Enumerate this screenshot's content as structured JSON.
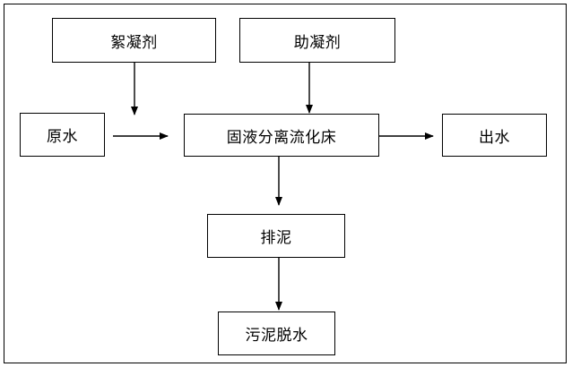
{
  "flowchart": {
    "flocculant": "絮凝剂",
    "coagulant_aid": "助凝剂",
    "raw_water": "原水",
    "separator": "固液分离流化床",
    "effluent": "出水",
    "sludge_discharge": "排泥",
    "sludge_dewatering": "污泥脱水"
  }
}
